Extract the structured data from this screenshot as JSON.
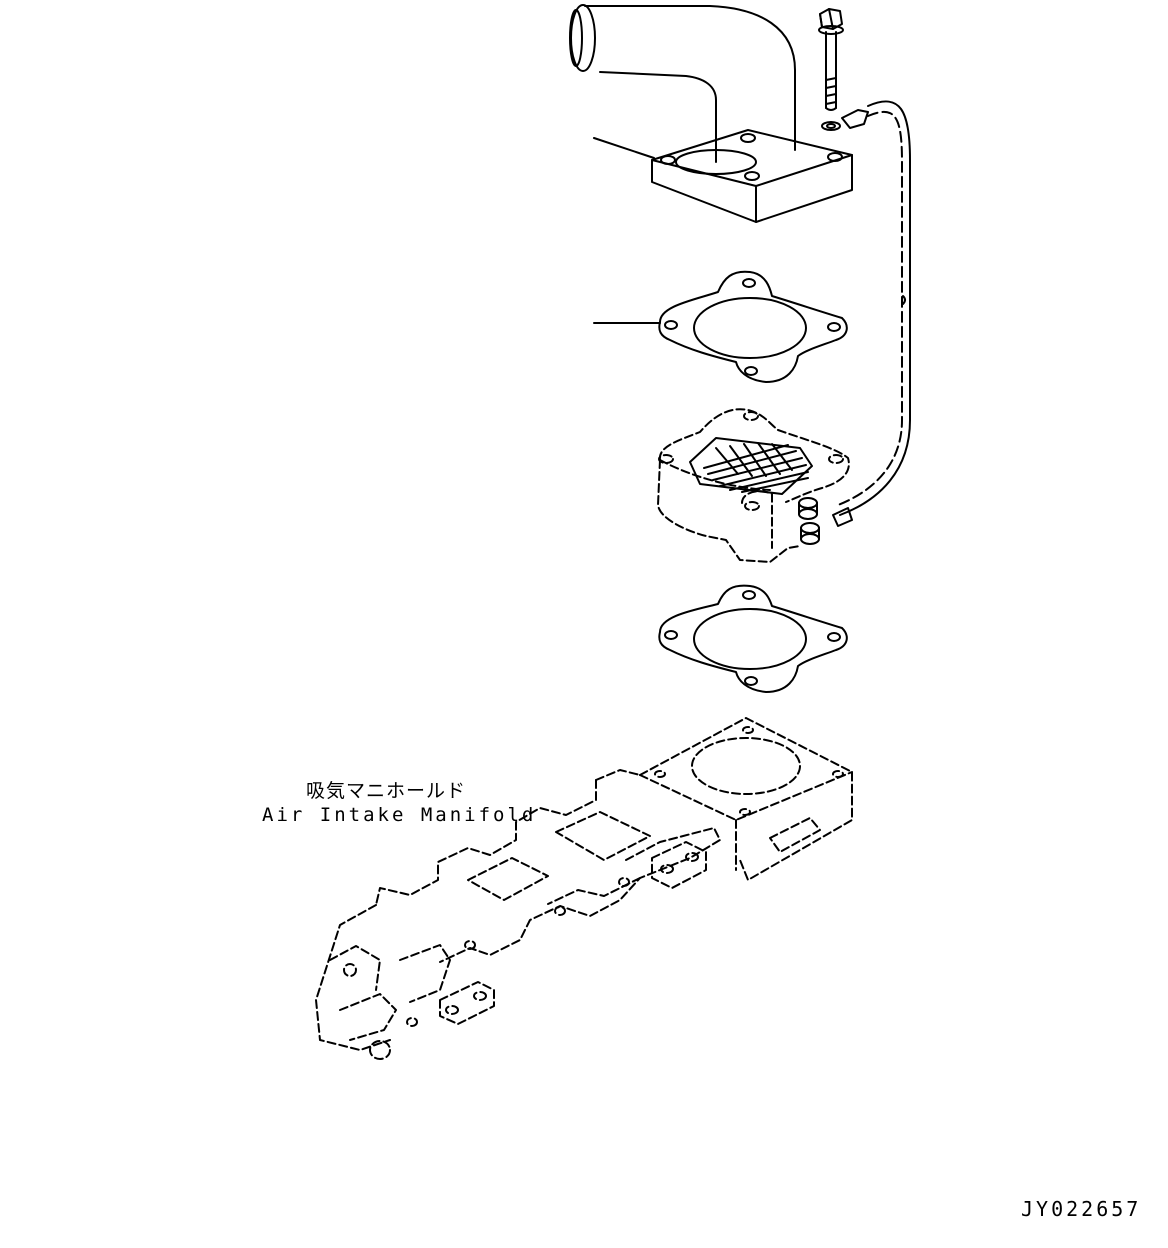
{
  "labels": {
    "part_jp": "吸気マニホールド",
    "part_en": "Air Intake Manifold",
    "drawing_number": "JY022657"
  },
  "colors": {
    "line": "#000000",
    "background": "#ffffff"
  }
}
